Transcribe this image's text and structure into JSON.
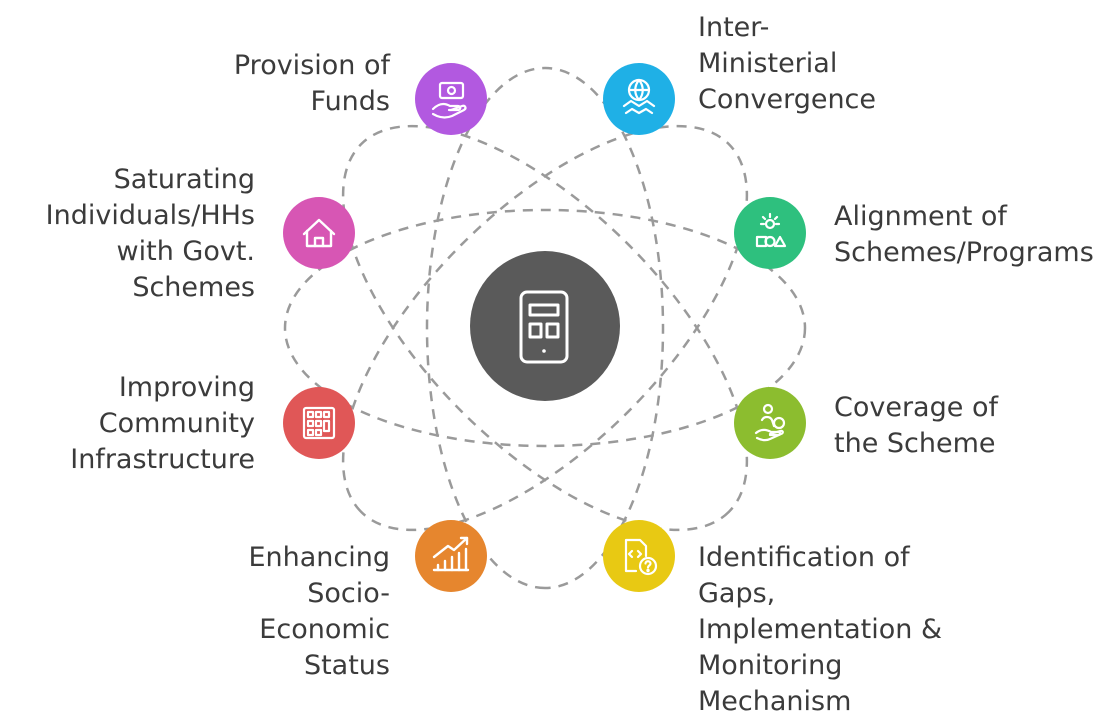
{
  "center": {
    "name": "center-node",
    "icon": "tablet-icon",
    "color": "#5a5a5a"
  },
  "nodes": [
    {
      "id": "provision-of-funds",
      "label": "Provision of\nFunds",
      "icon": "hand-money-icon",
      "color": "#b259e0"
    },
    {
      "id": "inter-ministerial-convergence",
      "label": "Inter-\nMinisterial\nConvergence",
      "icon": "handshake-globe-icon",
      "color": "#1fb0e6"
    },
    {
      "id": "saturating-individuals",
      "label": "Saturating\nIndividuals/HHs\nwith Govt.\nSchemes",
      "icon": "house-icon",
      "color": "#d756b4"
    },
    {
      "id": "alignment-of-schemes",
      "label": "Alignment of\nSchemes/Programs",
      "icon": "shapes-align-icon",
      "color": "#2ec07e"
    },
    {
      "id": "improving-community-infrastructure",
      "label": "Improving\nCommunity\nInfrastructure",
      "icon": "buildings-icon",
      "color": "#e05757"
    },
    {
      "id": "coverage-of-scheme",
      "label": "Coverage of\nthe Scheme",
      "icon": "hand-care-icon",
      "color": "#8cbd2f"
    },
    {
      "id": "enhancing-socio-economic-status",
      "label": "Enhancing\nSocio-\nEconomic\nStatus",
      "icon": "growth-chart-icon",
      "color": "#e6862e"
    },
    {
      "id": "identification-of-gaps",
      "label": "Identification of\nGaps,\nImplementation &\nMonitoring\nMechanism",
      "icon": "document-question-icon",
      "color": "#e8c913"
    }
  ]
}
